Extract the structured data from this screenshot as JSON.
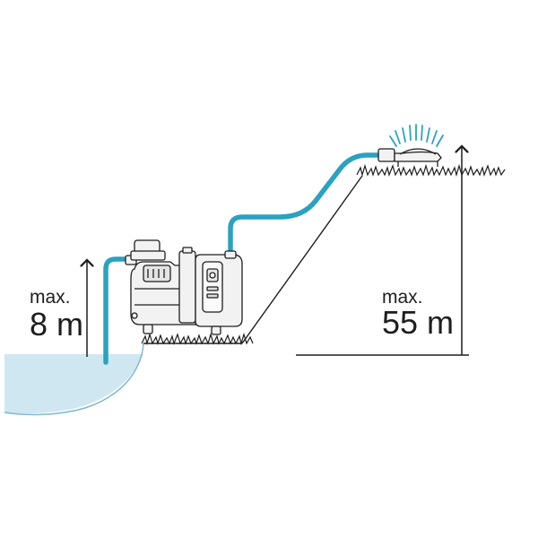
{
  "diagram": {
    "suction_height": {
      "prefix": "max.",
      "value": "8 m"
    },
    "delivery_height": {
      "prefix": "max.",
      "value": "55 m"
    }
  },
  "colors": {
    "hose": "#2aa2c0",
    "water": "#cfe7f1",
    "water_edge": "#7fb9cf",
    "line": "#1e1e1e",
    "pump_body": "#f2f2f2"
  }
}
